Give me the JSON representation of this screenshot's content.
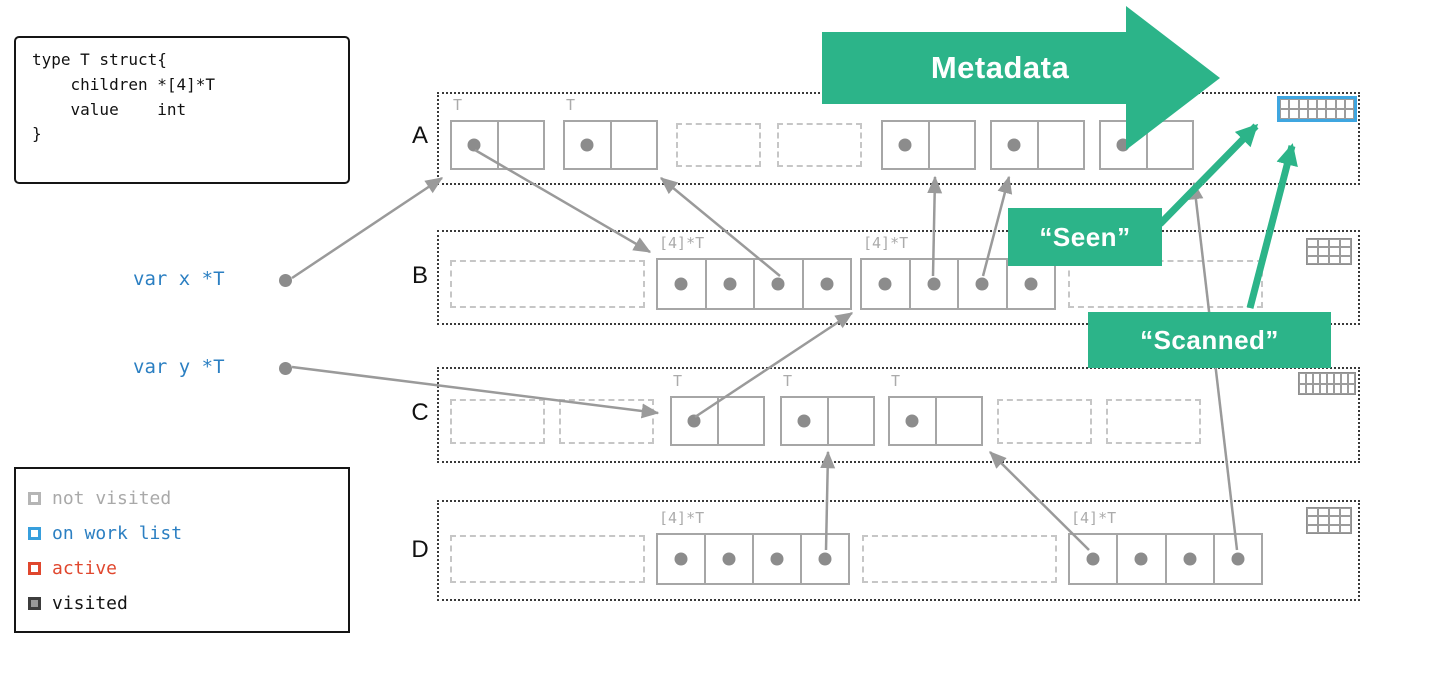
{
  "code_box": {
    "code": "type T struct{\n    children *[4]*T\n    value    int\n}"
  },
  "stack_vars": [
    {
      "name": "x",
      "label": "var x *T"
    },
    {
      "name": "y",
      "label": "var y *T"
    }
  ],
  "legend": {
    "items": [
      {
        "label": "not visited",
        "swatch": "outline",
        "color": "#a9a9a9"
      },
      {
        "label": "on work list",
        "swatch": "outline",
        "color": "#2b7fc2"
      },
      {
        "label": "active",
        "swatch": "outline",
        "color": "#e0472e"
      },
      {
        "label": "visited",
        "swatch": "filled",
        "color": "#151515"
      }
    ]
  },
  "rows": [
    {
      "label": "A",
      "objects": [
        {
          "type_label": "T",
          "cells": 2,
          "dots": [
            0
          ]
        },
        {
          "type_label": "T",
          "cells": 2,
          "dots": [
            0
          ]
        },
        {
          "cells": 2,
          "dots": [
            0
          ]
        },
        {
          "cells": 2,
          "dots": [
            0
          ]
        },
        {
          "cells": 2,
          "dots": [
            0
          ]
        }
      ],
      "free_blocks": 2,
      "metadata_grid": {
        "cols": 8,
        "rows": 2,
        "highlighted": true
      }
    },
    {
      "label": "B",
      "objects": [
        {
          "type_label": "[4]*T",
          "cells": 4,
          "dots": [
            0,
            1,
            2,
            3
          ]
        },
        {
          "type_label": "[4]*T",
          "cells": 4,
          "dots": [
            0,
            1,
            2,
            3
          ]
        }
      ],
      "free_blocks": 2,
      "metadata_grid": {
        "cols": 4,
        "rows": 3,
        "highlighted": false
      }
    },
    {
      "label": "C",
      "objects": [
        {
          "type_label": "T",
          "cells": 2,
          "dots": [
            0
          ]
        },
        {
          "type_label": "T",
          "cells": 2,
          "dots": [
            0
          ]
        },
        {
          "type_label": "T",
          "cells": 2,
          "dots": [
            0
          ]
        }
      ],
      "free_blocks": 4,
      "metadata_grid": {
        "cols": 8,
        "rows": 2,
        "highlighted": false
      }
    },
    {
      "label": "D",
      "objects": [
        {
          "type_label": "[4]*T",
          "cells": 4,
          "dots": [
            0,
            1,
            2,
            3
          ]
        },
        {
          "type_label": "[4]*T",
          "cells": 4,
          "dots": [
            0,
            1,
            2,
            3
          ]
        }
      ],
      "free_blocks": 2,
      "metadata_grid": {
        "cols": 4,
        "rows": 3,
        "highlighted": false
      }
    }
  ],
  "annotations": {
    "metadata_label": "Metadata",
    "seen_label": "“Seen”",
    "scanned_label": "“Scanned”"
  },
  "pointers": [
    {
      "from": "var x",
      "to": "A object 1"
    },
    {
      "from": "var y",
      "to": "C object 1"
    },
    {
      "from": "A object 1 children",
      "to": "B array 1"
    },
    {
      "from": "B array 1 slot 3",
      "to": "A object 2"
    },
    {
      "from": "C object 1 children",
      "to": "B array 2"
    },
    {
      "from": "B array 2 slot 2",
      "to": "A object 3"
    },
    {
      "from": "B array 2 slot 3",
      "to": "A object 4"
    },
    {
      "from": "D array 1 slot 4",
      "to": "C object 2"
    },
    {
      "from": "D array 2 slot 1",
      "to": "C object 3"
    },
    {
      "from": "D array 2 slot 4",
      "to": "A object 5"
    }
  ],
  "annotation_arrows": [
    {
      "from": "Metadata arrow",
      "to": "span A metadata grid"
    },
    {
      "from": "“Seen”",
      "to": "span A metadata grid"
    },
    {
      "from": "“Scanned”",
      "to": "span A metadata grid"
    }
  ],
  "colors": {
    "annotation_green": "#2cb489",
    "worklist_blue": "#3fa6e0",
    "var_blue": "#2b7fc2",
    "active_red": "#e0472e",
    "not_visited_gray": "#a9a9a9",
    "pointer_gray": "#9a9a9a"
  }
}
